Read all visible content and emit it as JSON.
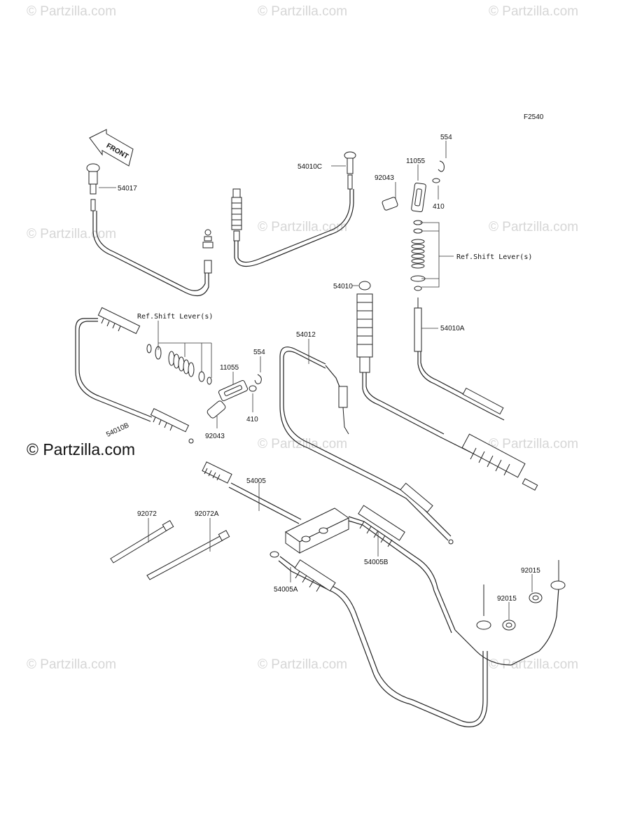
{
  "figure_code": "F2540",
  "front_label": "FRONT",
  "watermark_text": "© Partzilla.com",
  "parts": {
    "p54017": "54017",
    "p54010c": "54010C",
    "p11055_top": "11055",
    "p554_top": "554",
    "p92043_top": "92043",
    "p410_top": "410",
    "ref_shift_top": "Ref.Shift Lever(s)",
    "p54010": "54010",
    "p54010a": "54010A",
    "ref_shift_left": "Ref.Shift Lever(s)",
    "p54012": "54012",
    "p554_mid": "554",
    "p11055_mid": "11055",
    "p410_mid": "410",
    "p92043_mid": "92043",
    "p54010b": "54010B",
    "p54005": "54005",
    "p92072": "92072",
    "p92072a": "92072A",
    "p54005b": "54005B",
    "p54005a": "54005A",
    "p92015_a": "92015",
    "p92015_b": "92015"
  }
}
